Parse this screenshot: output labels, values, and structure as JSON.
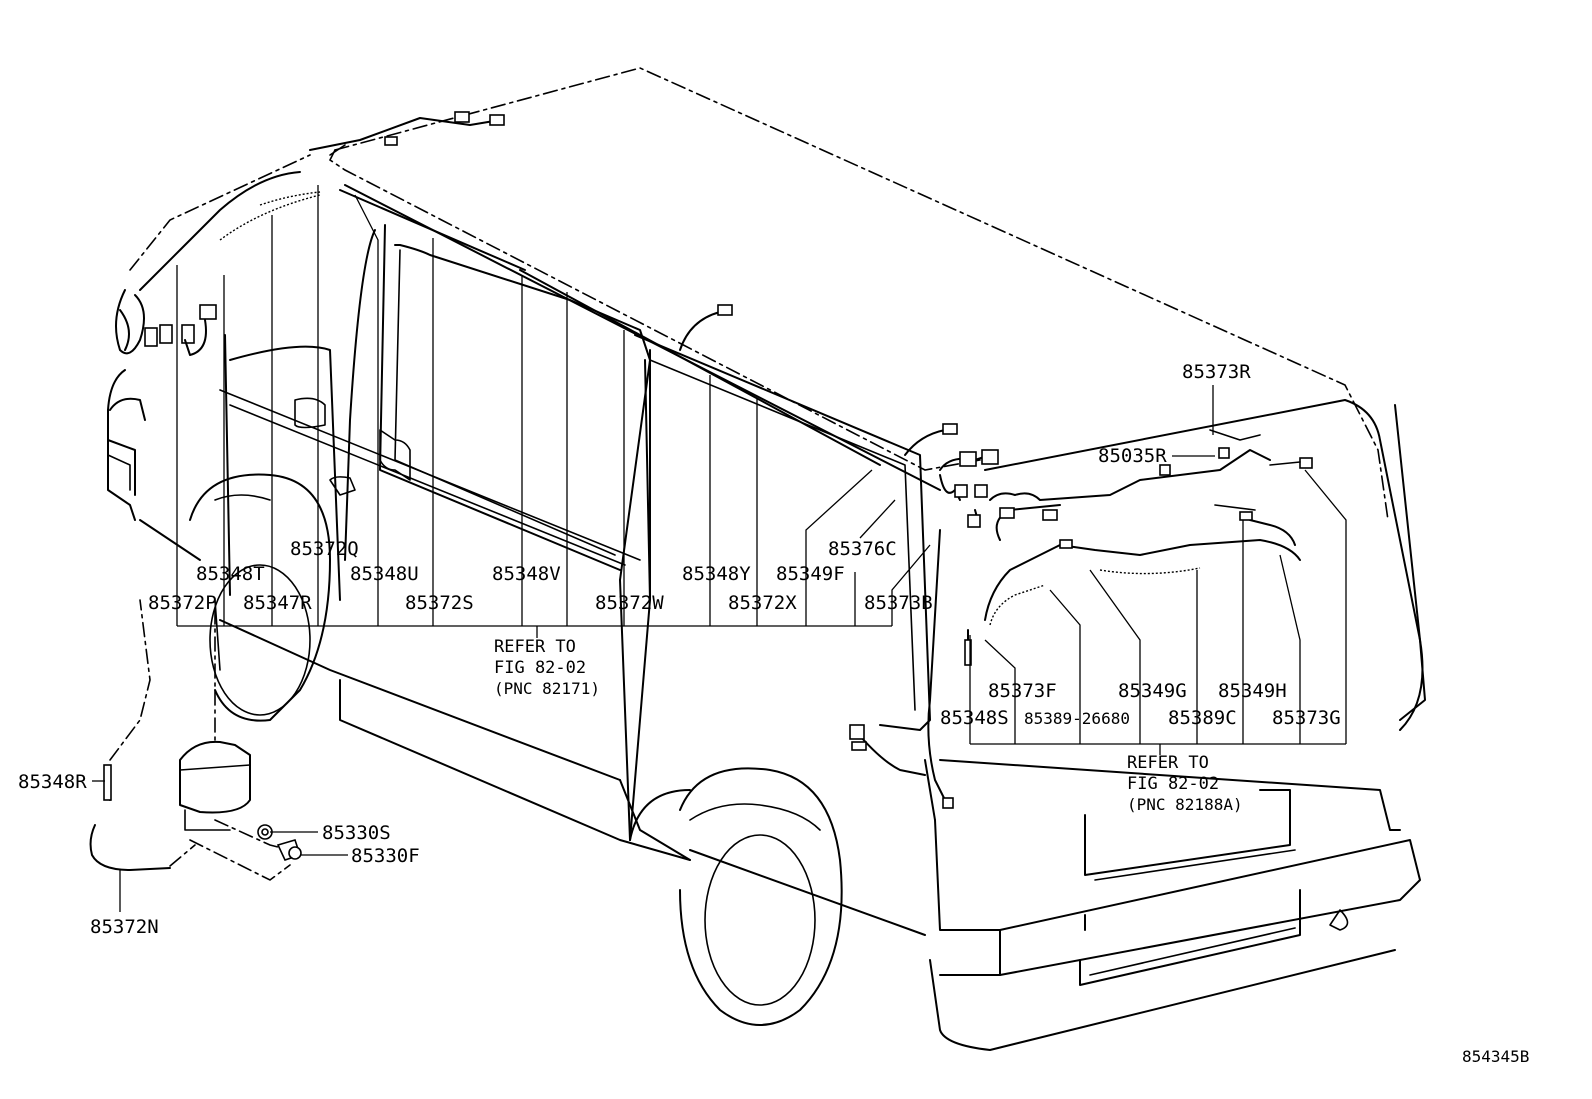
{
  "labels": {
    "p85372Q": "85372Q",
    "p85348T": "85348T",
    "p85372P": "85372P",
    "p85347R": "85347R",
    "p85348U": "85348U",
    "p85372S": "85372S",
    "p85348V": "85348V",
    "p85372W": "85372W",
    "p85348Y": "85348Y",
    "p85372X": "85372X",
    "p85349F": "85349F",
    "p85376C": "85376C",
    "p85373B": "85373B",
    "p85373R": "85373R",
    "p85035R": "85035R",
    "p85373F": "85373F",
    "p85349G": "85349G",
    "p85349H": "85349H",
    "p85348S": "85348S",
    "p85389_26680": "85389-26680",
    "p85389C": "85389C",
    "p85373G": "85373G",
    "p85348R": "85348R",
    "p85330S": "85330S",
    "p85330F": "85330F",
    "p85372N": "85372N"
  },
  "refer_left": {
    "line1": "REFER TO",
    "line2": "FIG 82-02",
    "line3": "(PNC 82171)"
  },
  "refer_right": {
    "line1": "REFER TO",
    "line2": "FIG 82-02",
    "line3": "(PNC 82188A)"
  },
  "figure_id": "854345B"
}
